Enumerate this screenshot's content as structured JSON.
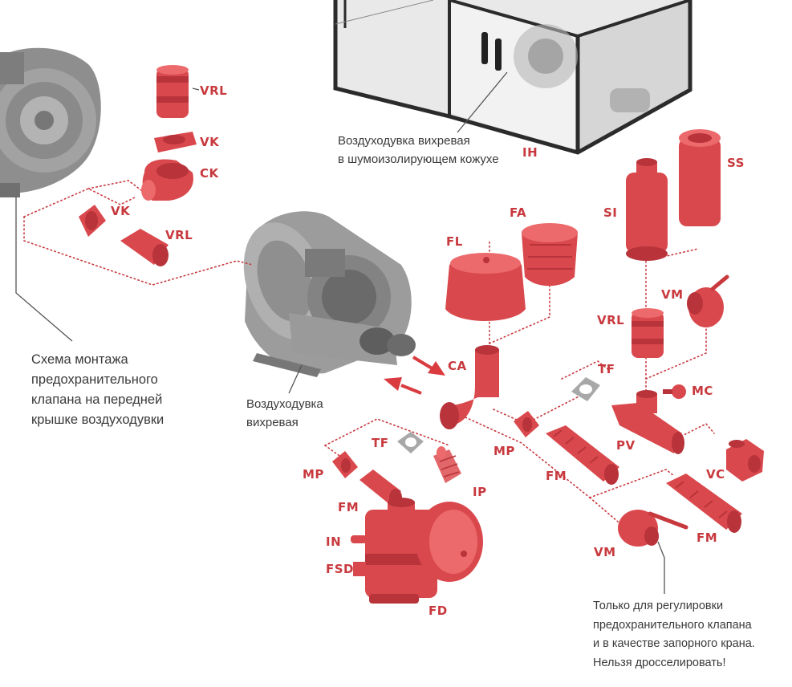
{
  "labels": {
    "vrl_top": "VRL",
    "vk_top": "VK",
    "ck": "CK",
    "vk_left": "VK",
    "vrl_left": "VRL",
    "ih": "IH",
    "ss": "SS",
    "si": "SI",
    "fa": "FA",
    "fl": "FL",
    "vm_right": "VM",
    "vrl_right": "VRL",
    "ca": "CA",
    "tf_right": "TF",
    "mc": "MC",
    "tf_left": "TF",
    "mp_center": "MP",
    "pv": "PV",
    "fm_center": "FM",
    "mp_left": "MP",
    "vc": "VC",
    "ip": "IP",
    "fm_left": "FM",
    "fm_right": "FM",
    "in": "IN",
    "fsd": "FSD",
    "vm_bottom": "VM",
    "fd": "FD"
  },
  "captions": {
    "enclosure": [
      "Воздуходувка вихревая",
      "в шумоизолирующем кожухе"
    ],
    "valve_scheme": [
      "Схема монтажа",
      "предохранительного",
      "клапана на передней",
      "крышке воздуходувки"
    ],
    "blower": [
      "Воздуходувка",
      "вихревая"
    ],
    "regulation_note": [
      "Только для регулировки",
      "предохранительного клапана",
      "и в качестве запорного крана.",
      "Нельзя дросселировать!"
    ]
  },
  "colors": {
    "accent_red": "#c8393e",
    "part_red": "#d9484c",
    "machine_grey": "#9c9c9c",
    "caption_text": "#3a3a3a"
  }
}
